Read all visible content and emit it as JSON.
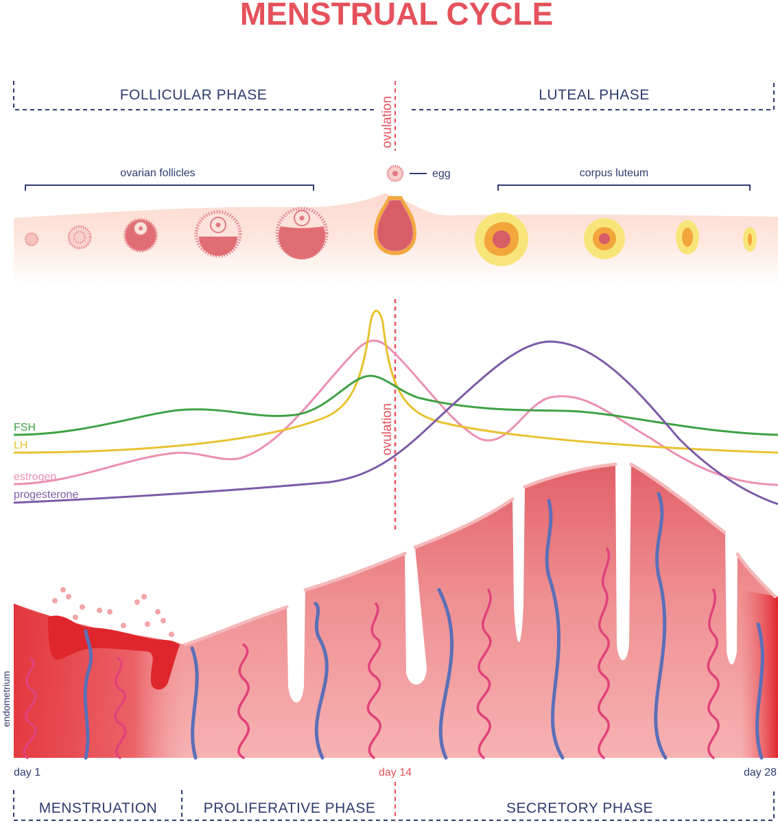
{
  "title": "MENSTRUAL CYCLE",
  "phases_top": {
    "follicular": "FOLLICULAR PHASE",
    "ovulation": "ovulation",
    "luteal": "LUTEAL PHASE"
  },
  "ovary": {
    "follicles_label": "ovarian follicles",
    "egg_label": "egg",
    "corpus_label": "corpus luteum"
  },
  "hormones": {
    "ovulation": "ovulation",
    "legend": [
      {
        "name": "FSH",
        "color": "#3fa144"
      },
      {
        "name": "LH",
        "color": "#e8c22e"
      },
      {
        "name": "estrogen",
        "color": "#ec8fb0"
      },
      {
        "name": "progesterone",
        "color": "#7b5aa6"
      }
    ]
  },
  "endometrium_label": "endometrium",
  "days": {
    "start": "day 1",
    "mid": "day 14",
    "end": "day 28"
  },
  "phases_bottom": {
    "menstruation": "MENSTRUATION",
    "proliferative": "PROLIFERATIVE PHASE",
    "secretory": "SECRETORY PHASE"
  },
  "colors": {
    "accent": "#e5525c",
    "navy": "#2f3b6e",
    "vein": "#5b6fb8",
    "artery": "#e0427a",
    "tissue": "#ef8a8f"
  }
}
